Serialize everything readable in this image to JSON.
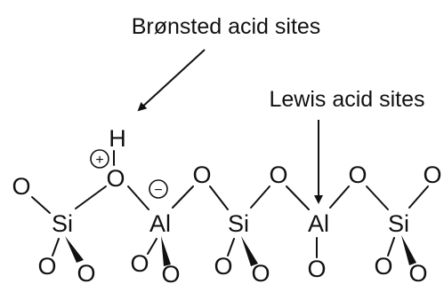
{
  "labels": {
    "bronsted": "Brønsted acid sites",
    "lewis": "Lewis acid sites"
  },
  "atoms": {
    "si1": "Si",
    "al1": "Al",
    "si2": "Si",
    "al2": "Al",
    "si3": "Si",
    "oxygen": "O",
    "hydrogen": "H"
  },
  "charges": {
    "positive": "+",
    "negative": "−"
  }
}
